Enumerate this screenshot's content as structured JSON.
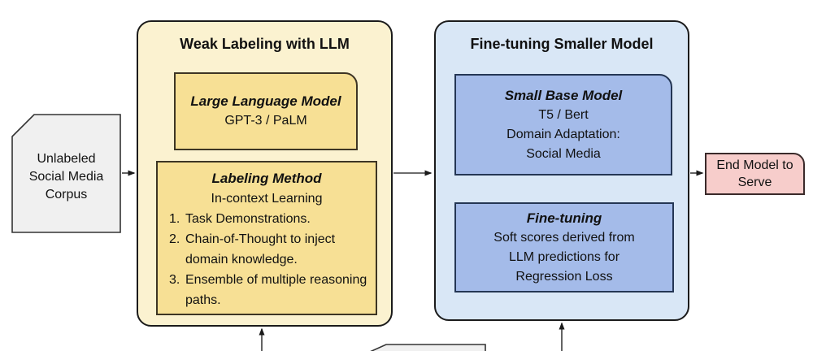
{
  "colors": {
    "canvas_bg": "#ffffff",
    "doc_fill": "#f0f0f0",
    "doc_stroke": "#333333",
    "arrow_color": "#3d3d3d",
    "container_stroke": "#1b1b1b",
    "yellow_container_fill": "#fbf2d0",
    "yellow_box_fill": "#f7e095",
    "yellow_box_stroke": "#3d3524",
    "blue_container_fill": "#d9e7f6",
    "blue_box_fill": "#a4bbe9",
    "blue_box_stroke": "#243654",
    "pink_fill": "#f7cdcb",
    "pink_stroke": "#3a2a2a"
  },
  "corpus": {
    "lines": [
      "Unlabeled",
      "Social Media",
      "Corpus"
    ]
  },
  "weak_labeling": {
    "title": "Weak Labeling with LLM",
    "llm_box": {
      "title": "Large Language Model",
      "subtitle": "GPT-3 / PaLM"
    },
    "labeling_method": {
      "title": "Labeling Method",
      "subtitle": "In-context Learning",
      "items": [
        {
          "num": "1.",
          "text": "Task Demonstrations."
        },
        {
          "num": "2.",
          "text": "Chain-of-Thought to inject domain knowledge."
        },
        {
          "num": "3.",
          "text": "Ensemble of multiple reasoning paths."
        }
      ]
    }
  },
  "fine_tuning_model": {
    "title": "Fine-tuning Smaller Model",
    "small_base_model": {
      "title": "Small Base Model",
      "lines": [
        "T5 / Bert",
        "Domain Adaptation:",
        "Social Media"
      ]
    },
    "fine_tuning": {
      "title": "Fine-tuning",
      "lines": [
        "Soft scores derived from",
        "LLM predictions for",
        "Regression Loss"
      ]
    }
  },
  "end_model": {
    "lines": [
      "End Model to",
      "Serve"
    ]
  }
}
